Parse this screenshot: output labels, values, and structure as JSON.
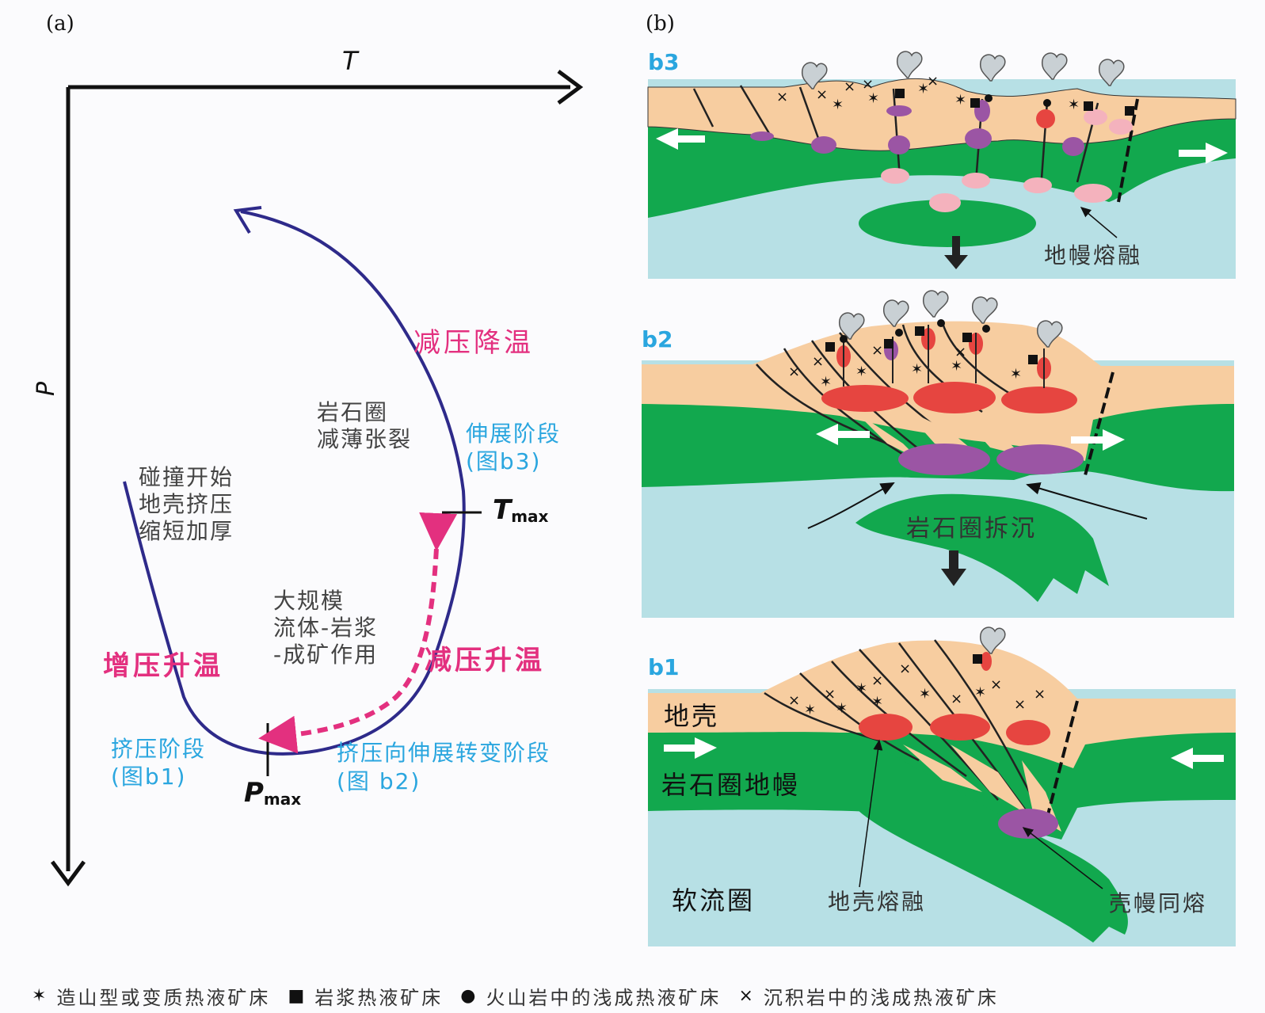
{
  "panel_a": {
    "label": "(a)",
    "axis_t": "T",
    "axis_p": "P",
    "tmax_main": "T",
    "tmax_sub": "max",
    "pmax_main": "P",
    "pmax_sub": "max",
    "stage_pressurize": "增压升温",
    "stage_decompress_heat": "减压升温",
    "stage_decompress_cool": "减压降温",
    "note_collision": [
      "碰撞开始",
      "地壳挤压",
      "缩短加厚"
    ],
    "note_lithosphere": [
      "岩石圈",
      "减薄张裂"
    ],
    "note_fluid": [
      "大规模",
      "流体-岩浆",
      "-成矿作用"
    ],
    "phase_compression": [
      "挤压阶段",
      "(图b1)"
    ],
    "phase_transition": [
      "挤压向伸展转变阶段",
      "(图 b2)"
    ],
    "phase_extension": [
      "伸展阶段",
      "(图b3)"
    ]
  },
  "panel_b": {
    "label": "(b)",
    "b3": {
      "tag": "b3",
      "mantle_melting": "地幔熔融"
    },
    "b2": {
      "tag": "b2",
      "delamination": "岩石圈拆沉"
    },
    "b1": {
      "tag": "b1",
      "crust": "地壳",
      "lith_mantle": "岩石圈地幔",
      "asthenosphere": "软流圈",
      "crust_melting": "地壳熔融",
      "crust_mantle_melting": "壳幔同熔"
    }
  },
  "legend": [
    {
      "icon": "star-icon",
      "symbol": "✶",
      "label": "造山型或变质热液矿床"
    },
    {
      "icon": "square-icon",
      "symbol": "■",
      "label": "岩浆热液矿床"
    },
    {
      "icon": "dot-icon",
      "symbol": "●",
      "label": "火山岩中的浅成热液矿床"
    },
    {
      "icon": "cross-icon",
      "symbol": "×",
      "label": "沉积岩中的浅成热液矿床"
    }
  ],
  "colors": {
    "crust": "#f7cda0",
    "lith_mantle": "#12a84e",
    "asthenosphere": "#b7e0e5",
    "red_magma": "#e64540",
    "purple_magma": "#9b55a4",
    "pink_magma": "#f4b2bd",
    "path_blue": "#2e2a8a",
    "magenta": "#e3307f",
    "label_blue": "#2aa6df"
  }
}
